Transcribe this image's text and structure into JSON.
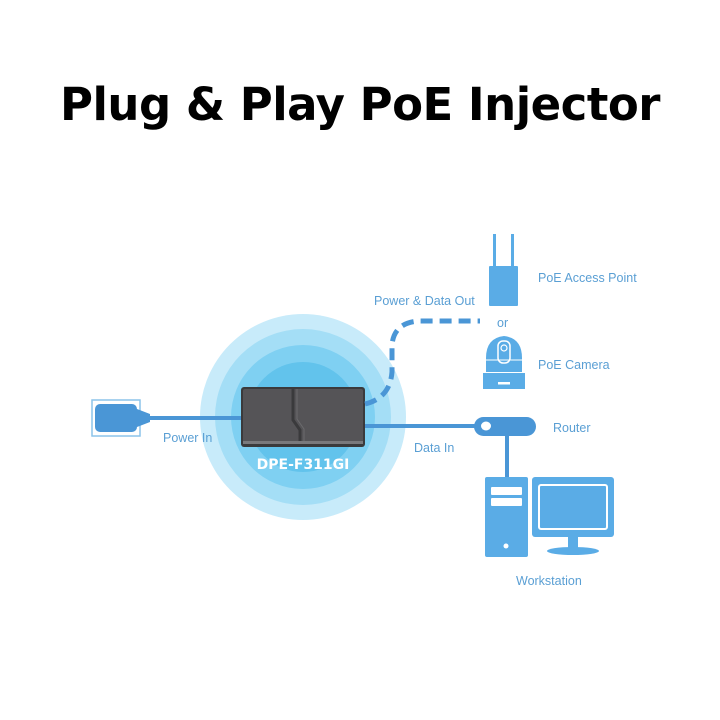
{
  "title": "Plug & Play PoE Injector",
  "device": {
    "model": "DPE-F311GI"
  },
  "labels": {
    "power_in": "Power In",
    "data_in": "Data In",
    "power_data_out": "Power & Data Out",
    "or": "or",
    "poe_access_point": "PoE Access Point",
    "poe_camera": "PoE Camera",
    "router": "Router",
    "workstation": "Workstation"
  },
  "icons": {
    "power_adapter": "power-adapter-icon",
    "access_point": "access-point-icon",
    "camera": "dome-camera-icon",
    "router": "router-icon",
    "computer_tower": "computer-tower-icon",
    "monitor": "monitor-icon"
  },
  "colors": {
    "icon_blue": "#5aace6",
    "line_blue": "#4a96d6",
    "label_blue": "#5a9fd4",
    "ring_outer": "#bfe6f8",
    "ring_mid": "#8fd5f2",
    "ring_inner": "#63c6ef",
    "device_body": "#4a4a4c"
  }
}
